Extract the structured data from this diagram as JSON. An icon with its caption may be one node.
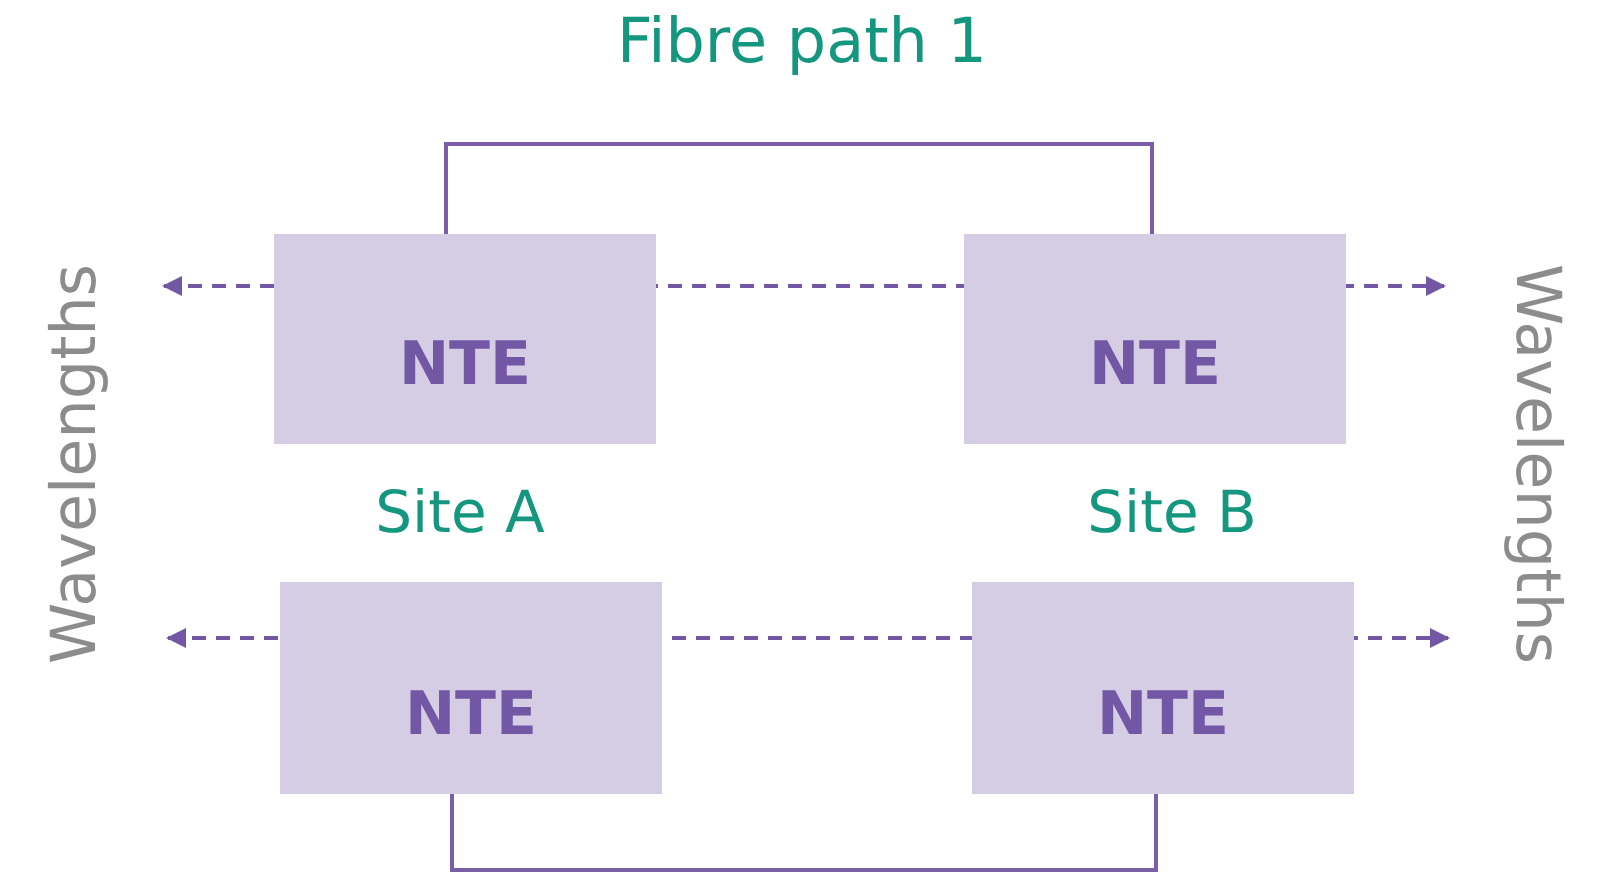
{
  "diagram": {
    "title": "Fibre path 1",
    "nodes": [
      {
        "text": [
          "NTE"
        ]
      },
      {
        "text": [
          "NTE"
        ]
      },
      {
        "text": [
          "NTE"
        ]
      },
      {
        "text": [
          "NTE"
        ]
      }
    ],
    "edges": [
      {
        "from": 0,
        "to": 1,
        "arrow": "none"
      },
      {
        "from": 2,
        "to": 3,
        "arrow": "none"
      }
    ],
    "labels": [
      "Wavelengths",
      "Site A",
      "Site B",
      "Wavelengths"
    ]
  }
}
